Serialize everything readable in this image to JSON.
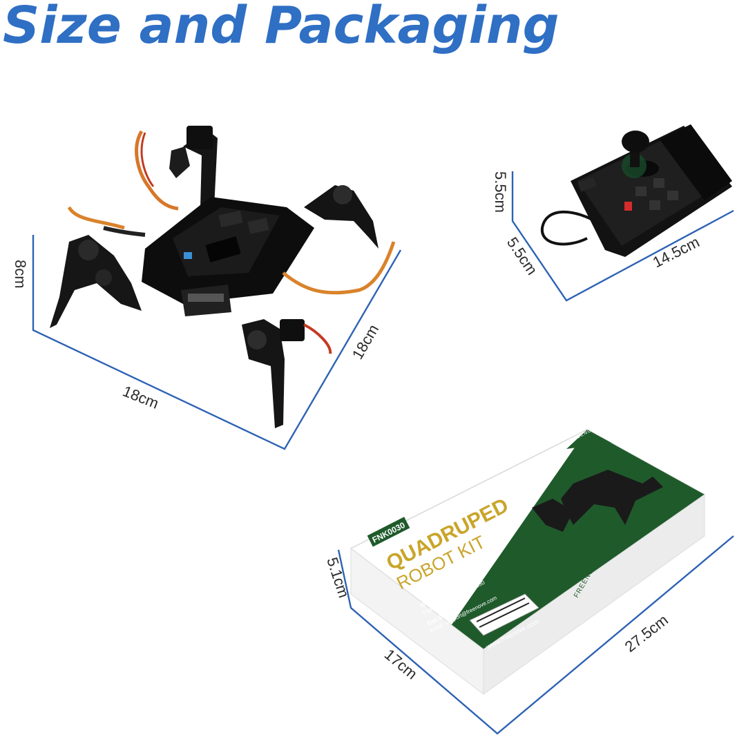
{
  "title": "Size and Packaging",
  "robot": {
    "height": "8cm",
    "width": "18cm",
    "depth": "18cm"
  },
  "controller": {
    "height": "5.5cm",
    "depth": "5.5cm",
    "length": "14.5cm"
  },
  "box": {
    "height": "5.1cm",
    "width": "17cm",
    "length": "27.5cm",
    "product_code": "FNK0030",
    "product_line1": "QUADRUPED",
    "product_line2": "ROBOT KIT",
    "brand": "FREENOVE",
    "website": "www.freenove.com",
    "tutorial_label": "Get Tutorial:",
    "tutorial_url": "http://freenove.com/fnk0030",
    "support_label": "Get Support:",
    "support_email": "Email: support@freenove.com"
  },
  "colors": {
    "heading": "#2f6fc4",
    "dimension_line": "#2d62b4",
    "box_green": "#1f5a2b",
    "box_gold": "#c9a52a"
  }
}
